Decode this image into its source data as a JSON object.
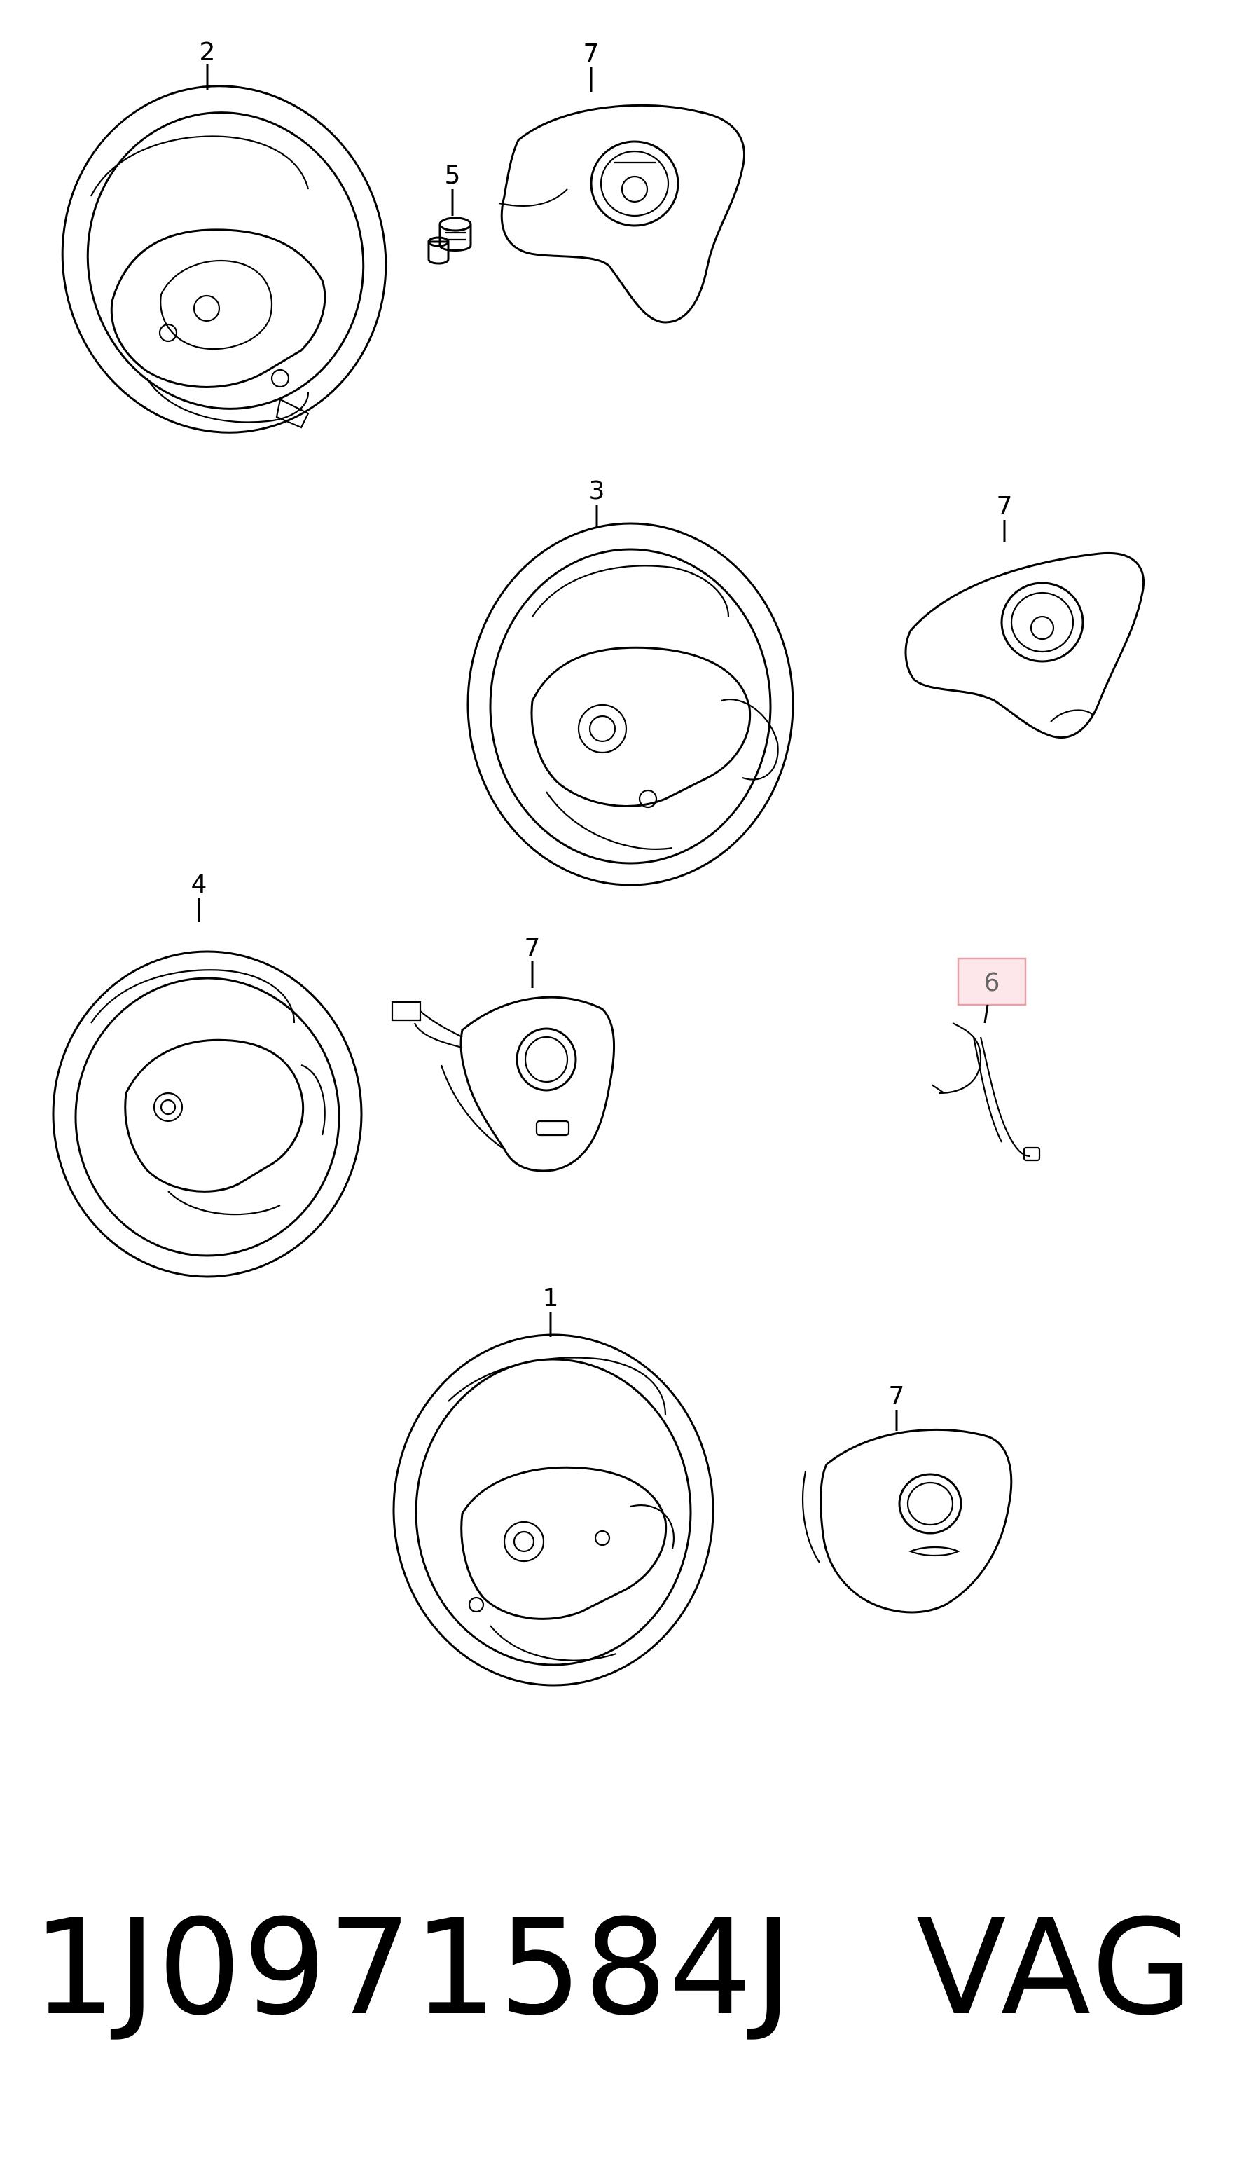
{
  "diagram": {
    "callouts": {
      "wheel_2": "2",
      "screw_5": "5",
      "airbag_top": "7",
      "wheel_3": "3",
      "airbag_second": "7",
      "wheel_4": "4",
      "airbag_third": "7",
      "wiring_6": "6",
      "wheel_1": "1",
      "airbag_bottom": "7"
    },
    "highlight_color": "#e8a0a8",
    "highlight_fill": "#fde7ea"
  },
  "footer": {
    "part_number": "1J0971584J",
    "brand": "VAG"
  }
}
